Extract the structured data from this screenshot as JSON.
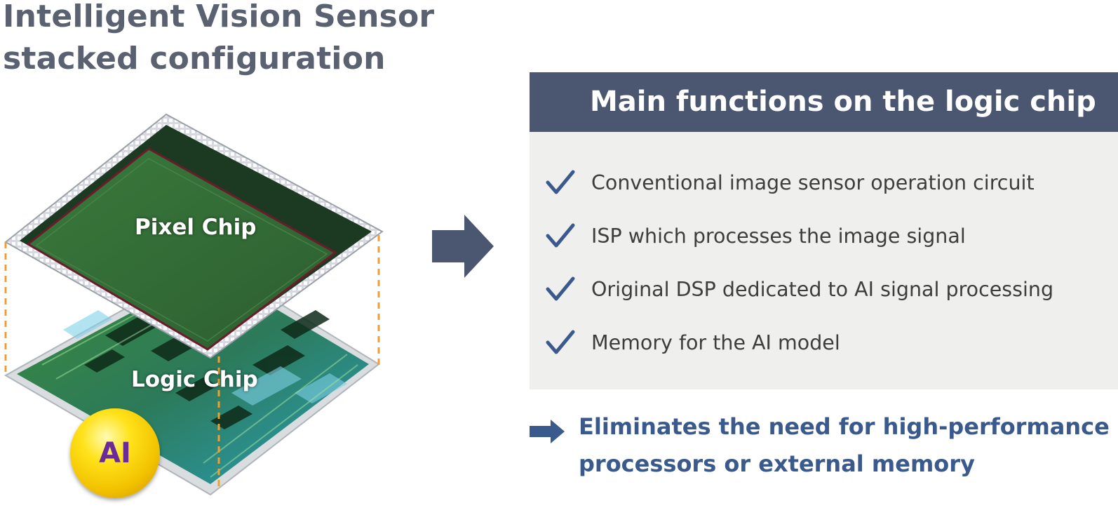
{
  "title": {
    "line1": "Intelligent Vision Sensor",
    "line2": "stacked configuration"
  },
  "diagram": {
    "pixel_chip_label": "Pixel Chip",
    "logic_chip_label": "Logic Chip",
    "ai_badge_label": "AI"
  },
  "panel": {
    "header": "Main functions on the logic chip",
    "items": [
      "Conventional image sensor operation circuit",
      "ISP which processes the image signal",
      "Original DSP dedicated to AI signal processing",
      "Memory for the AI model"
    ]
  },
  "conclusion": {
    "line1": "Eliminates the need for high-performance",
    "line2": "processors or external memory"
  },
  "colors": {
    "header_bg": "#4b5670",
    "panel_bg": "#efefed",
    "check_color": "#3a5a8e",
    "conclusion_text": "#3a5a8e",
    "arrow_color": "#4b5670",
    "pixel_chip_green": "#2f6a35",
    "badge_yellow": "#ffe21a",
    "badge_text": "#6a2a9a",
    "dashed_guide": "#f0a030"
  },
  "icons": {
    "check": "checkmark-icon",
    "big_arrow": "right-arrow-icon",
    "small_arrow": "right-arrow-icon"
  }
}
